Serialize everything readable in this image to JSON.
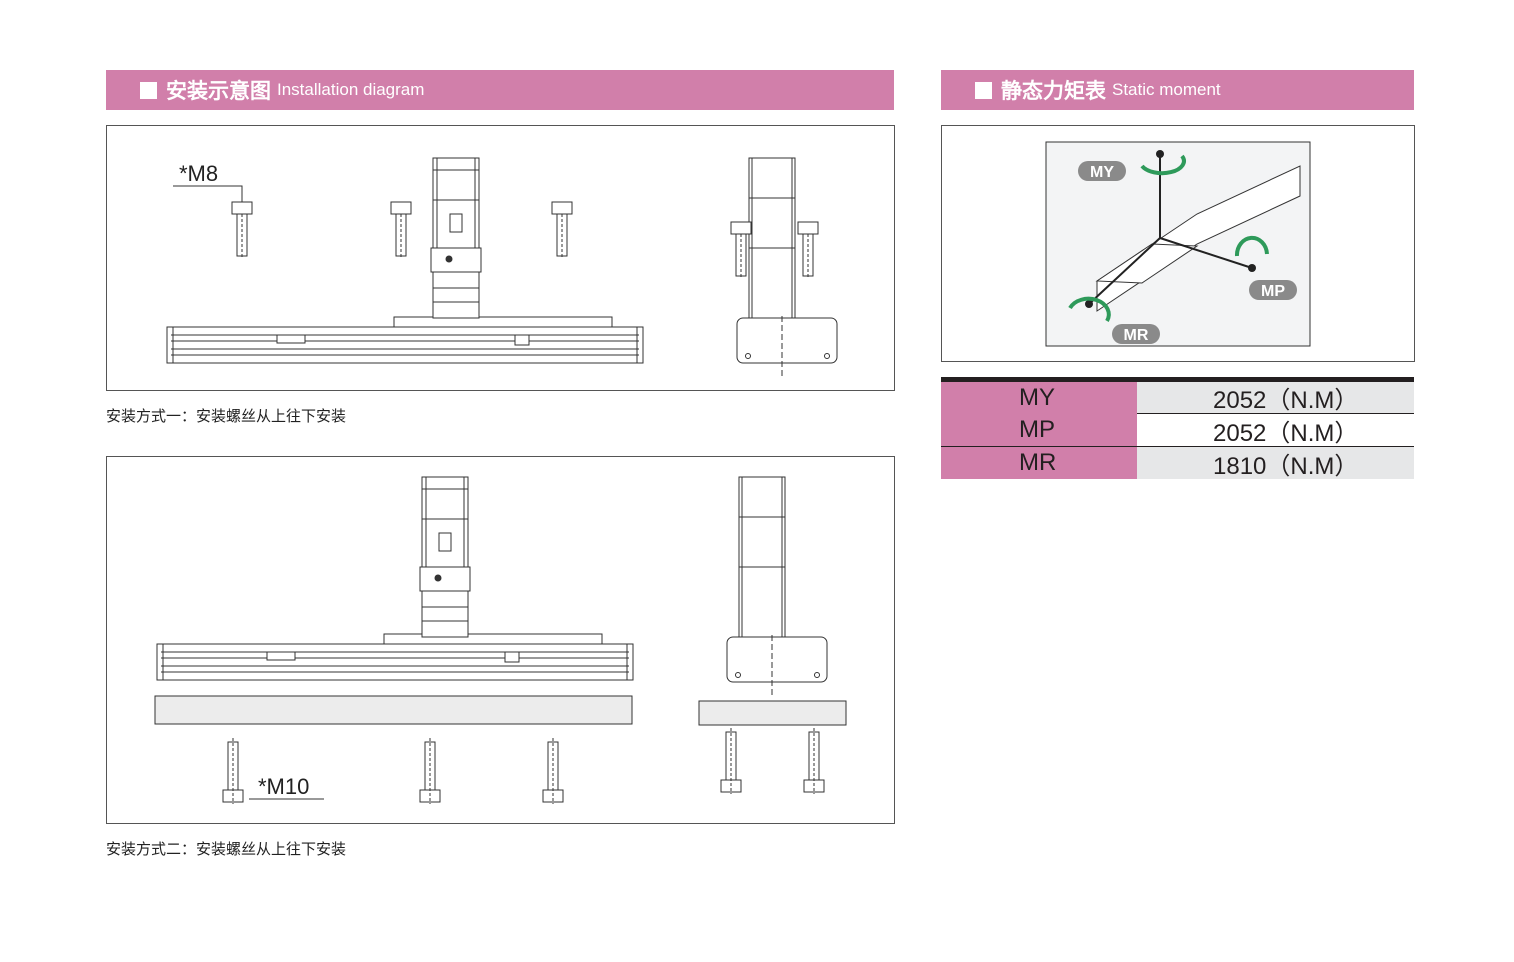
{
  "left_header": {
    "title_cn": "安装示意图",
    "title_en": "Installation diagram"
  },
  "right_header": {
    "title_cn": "静态力矩表",
    "title_en": "Static moment"
  },
  "diagram1": {
    "bolt_label": "*M8",
    "caption": "安装方式一：安装螺丝从上往下安装"
  },
  "diagram2": {
    "bolt_label": "*M10",
    "caption": "安装方式二：安装螺丝从上往下安装"
  },
  "moment_figure": {
    "labels": [
      "MY",
      "MP",
      "MR"
    ]
  },
  "moment_table": {
    "rows": [
      {
        "name": "MY",
        "value": "2052（N.M）"
      },
      {
        "name": "MP",
        "value": "2052（N.M）"
      },
      {
        "name": "MR",
        "value": "1810（N.M）"
      }
    ]
  },
  "colors": {
    "accent": "#d17faa",
    "table_gray": "#e6e7e8"
  }
}
